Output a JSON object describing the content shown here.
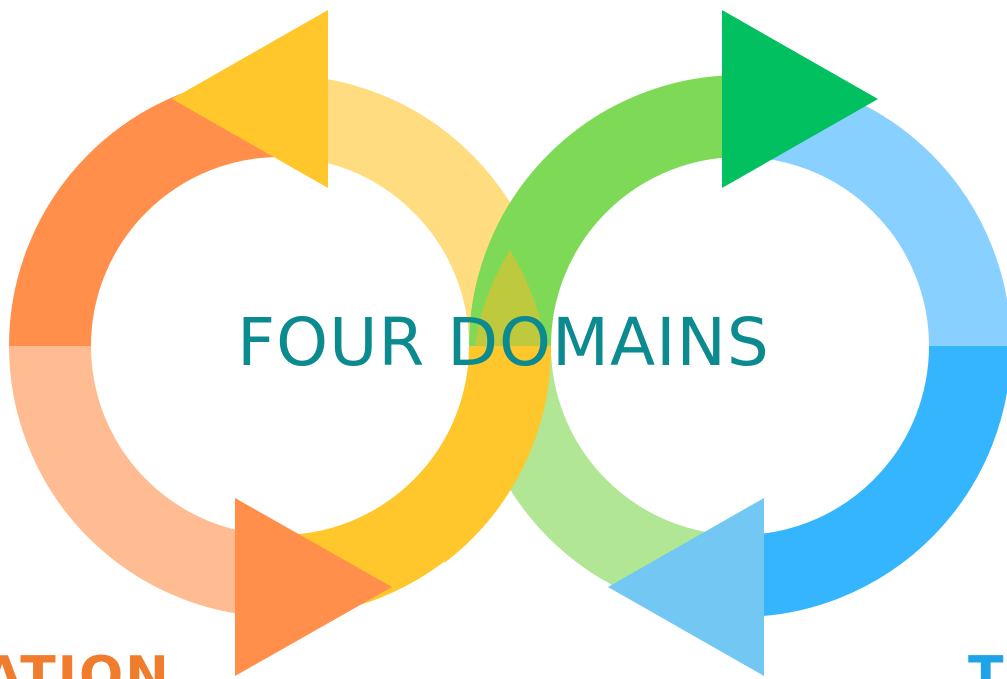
{
  "title": "FOUR DOMAINS",
  "edge_labels": {
    "left": "ATION",
    "right": "T"
  },
  "colors": {
    "title": "#0b8a90",
    "orange_dark": "#ff8f4b",
    "orange_light": "#ffbb92",
    "yellow_dark": "#ffc72c",
    "yellow_light": "#ffdc80",
    "green_dark": "#7ed957",
    "green_light": "#b0e694",
    "green_arrow": "#00c060",
    "blue_dark": "#36b5ff",
    "blue_light": "#87d0ff",
    "blue_arrow": "#72c7f3",
    "overlap_olive": "#c9c53a",
    "left_label": "#f07c2e",
    "right_label": "#1fa3e6"
  },
  "icons": [
    "arrowhead-left",
    "arrowhead-right"
  ]
}
